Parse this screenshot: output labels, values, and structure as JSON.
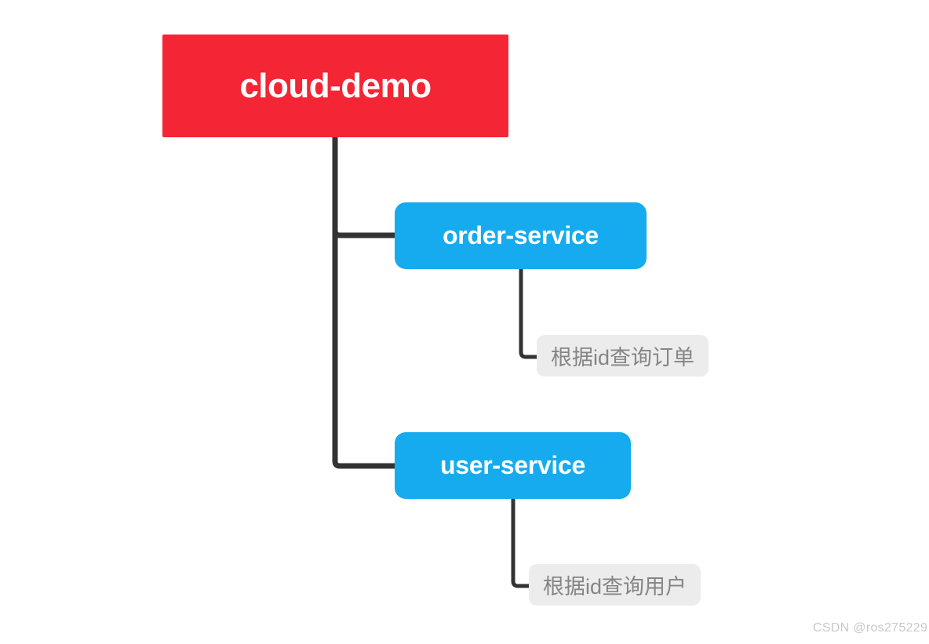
{
  "diagram": {
    "type": "mind-map",
    "title": "cloud-demo microservice structure",
    "colors": {
      "root": "#F42534",
      "service": "#16ABEE",
      "leaf_background": "#ECECEC",
      "leaf_text": "#858585",
      "connector": "#333333",
      "watermark": "#C9C9C9"
    },
    "root": {
      "label": "cloud-demo"
    },
    "branches": [
      {
        "label": "order-service",
        "leaf": {
          "label": "根据id查询订单"
        }
      },
      {
        "label": "user-service",
        "leaf": {
          "label": "根据id查询用户"
        }
      }
    ]
  },
  "watermark": {
    "text": "CSDN @ros275229"
  }
}
